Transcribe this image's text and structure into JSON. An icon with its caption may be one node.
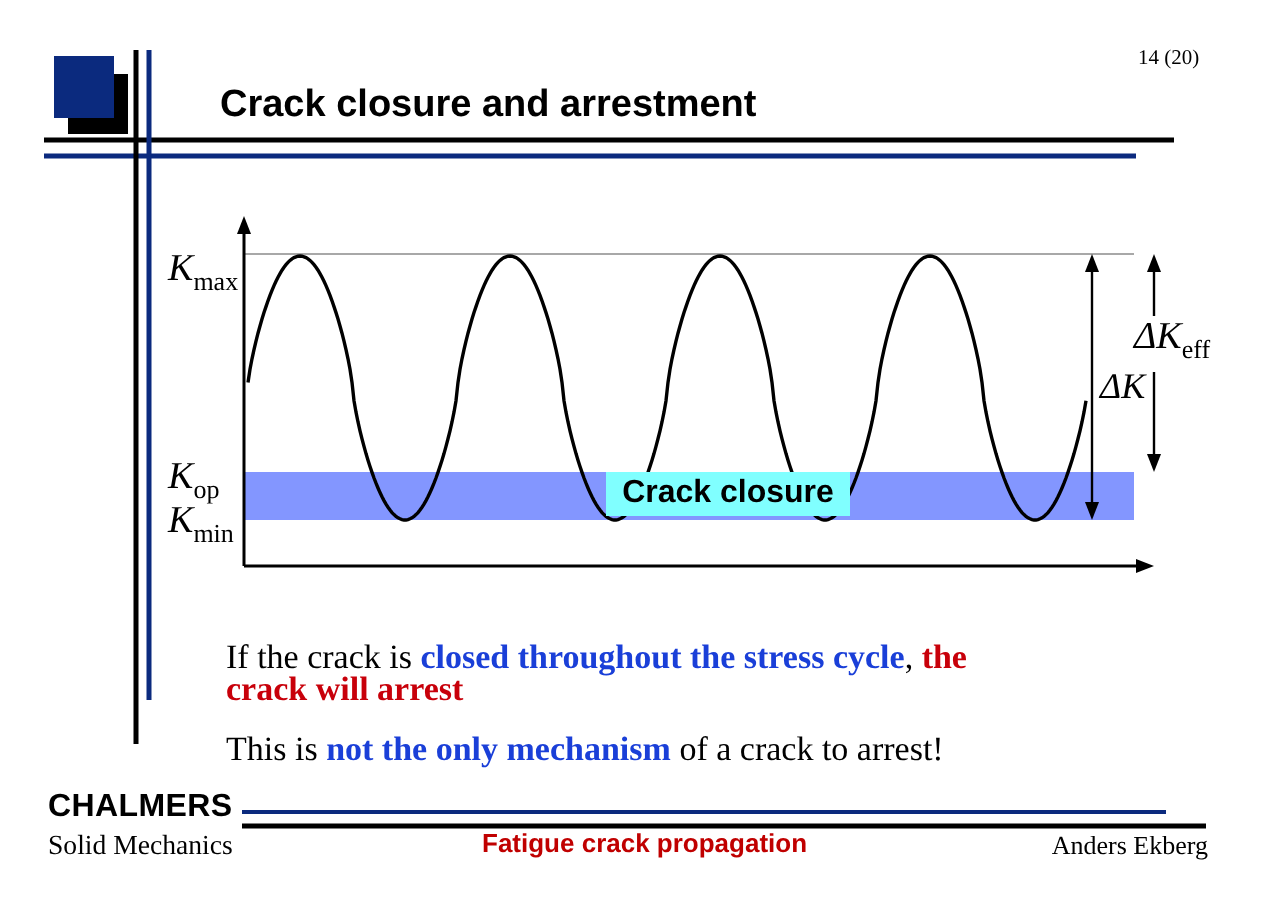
{
  "diagram": {
    "title": "Crack closure and arrestment",
    "nodes": [
      {
        "text": [
          "Crack closure"
        ]
      }
    ],
    "labels": [
      "14 (20)",
      "*K*$_{max}$",
      "*K*$_{op}$",
      "*K*$_{min}$",
      "ΔK$_{eff}$",
      "ΔK",
      "If the crack is **closed throughout the stress cycle**, **the crack will arrest**",
      "This is **not the only mechanism** of a crack to arrest!",
      "CHALMERS",
      "Solid Mechanics",
      "Fatigue crack propagation",
      "Anders Ekberg"
    ]
  }
}
